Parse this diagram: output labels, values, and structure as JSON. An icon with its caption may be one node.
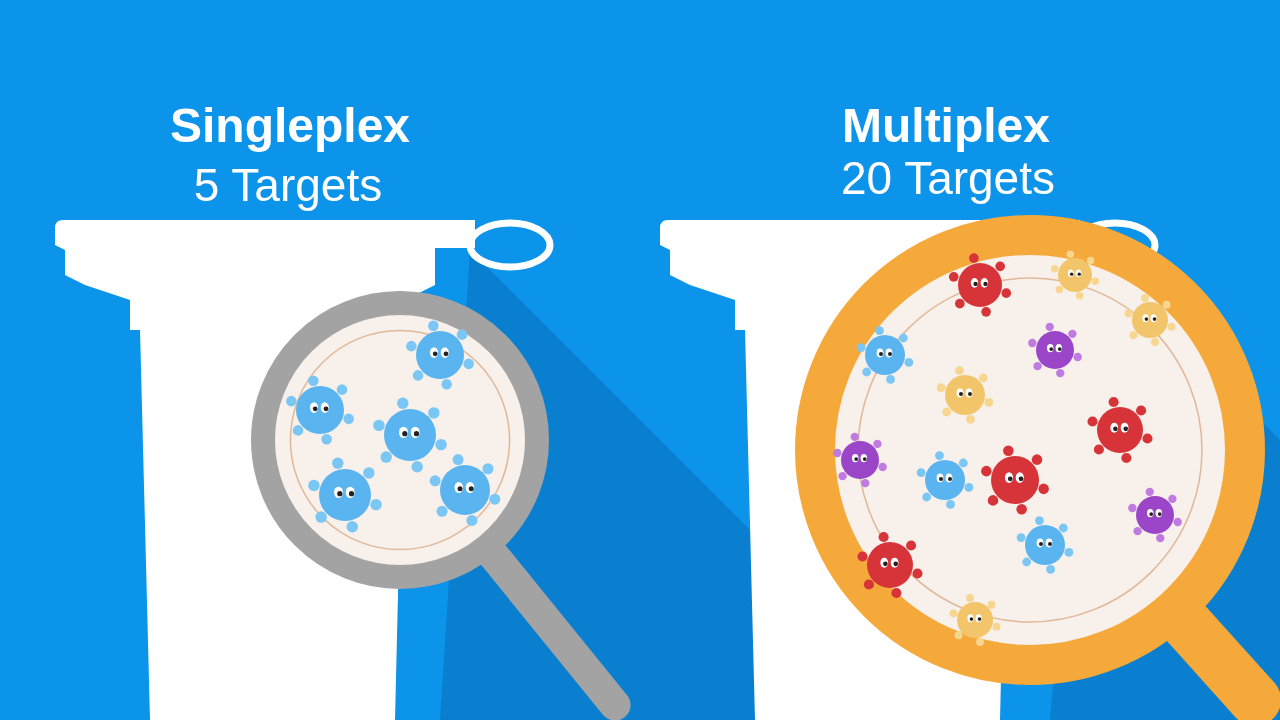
{
  "diagram": {
    "labels": [
      "Singleplex",
      "5 Targets",
      "Multiplex",
      "20 Targets"
    ]
  }
}
